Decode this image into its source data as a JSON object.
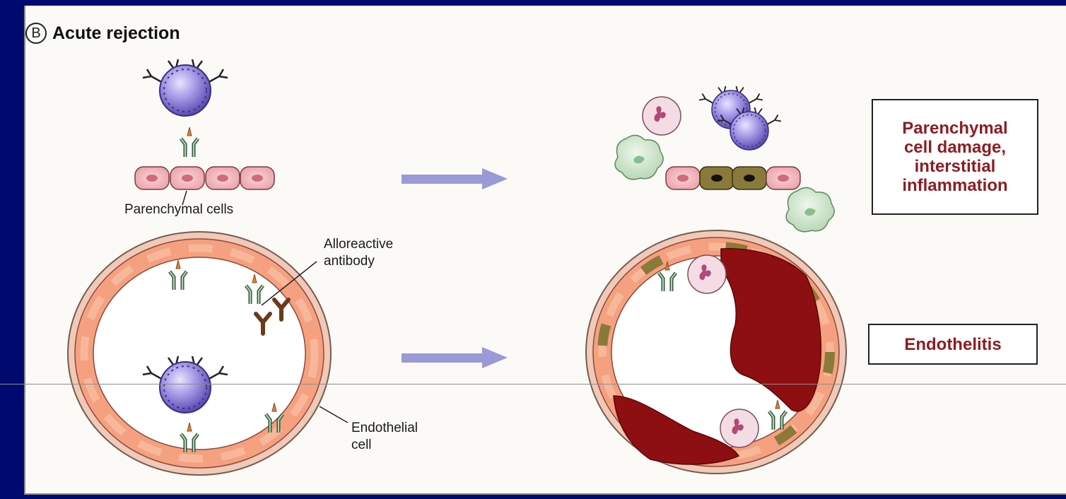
{
  "panel": {
    "badge": "B",
    "title": "Acute rejection"
  },
  "labels": {
    "parenchymal_cells": "Parenchymal cells",
    "alloreactive_line1": "Alloreactive",
    "alloreactive_line2": "antibody",
    "endothelial_line1": "Endothelial",
    "endothelial_line2": "cell"
  },
  "outcomes": {
    "parenchymal_line1": "Parenchymal",
    "parenchymal_line2": "cell damage,",
    "parenchymal_line3": "interstitial",
    "parenchymal_line4": "inflammation",
    "endothelitis": "Endothelitis"
  },
  "colors": {
    "background": "#000a6e",
    "lymphocyte": "#8c7fd6",
    "cell_pink": "#f4b3b8",
    "endothelial_orange": "#f3a277",
    "damaged_cell": "#8a7a3a",
    "thrombus": "#8e0f12",
    "arrow": "#9a9ad8",
    "outcome_text": "#8c1d23"
  }
}
